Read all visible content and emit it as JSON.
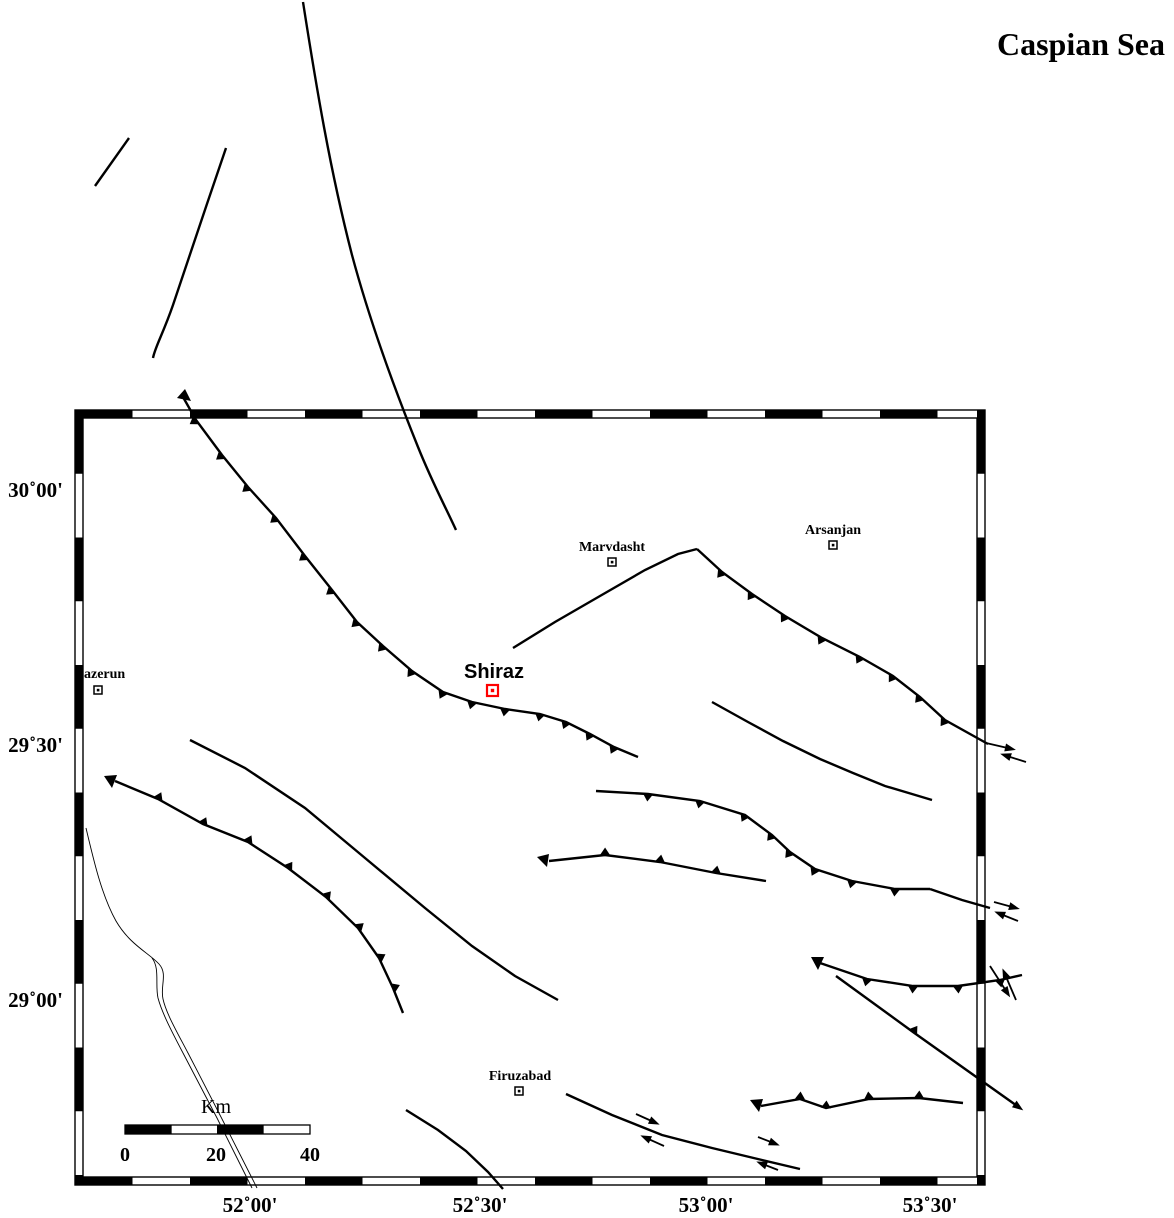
{
  "title": {
    "sea_label": "Caspian Sea"
  },
  "axes": {
    "lat": [
      "30˚00'",
      "29˚30'",
      "29˚00'"
    ],
    "lon": [
      "52˚00'",
      "52˚30'",
      "53˚00'",
      "53˚30'"
    ]
  },
  "cities": {
    "marvdasht": "Marvdasht",
    "arsanjan": "Arsanjan",
    "kazerun_partial": "azerun",
    "shiraz": "Shiraz",
    "firuzabad": "Firuzabad"
  },
  "scalebar": {
    "unit": "Km",
    "ticks": [
      "0",
      "20",
      "40"
    ]
  },
  "colors": {
    "highlight": "#ff0000",
    "ink": "#000000"
  }
}
